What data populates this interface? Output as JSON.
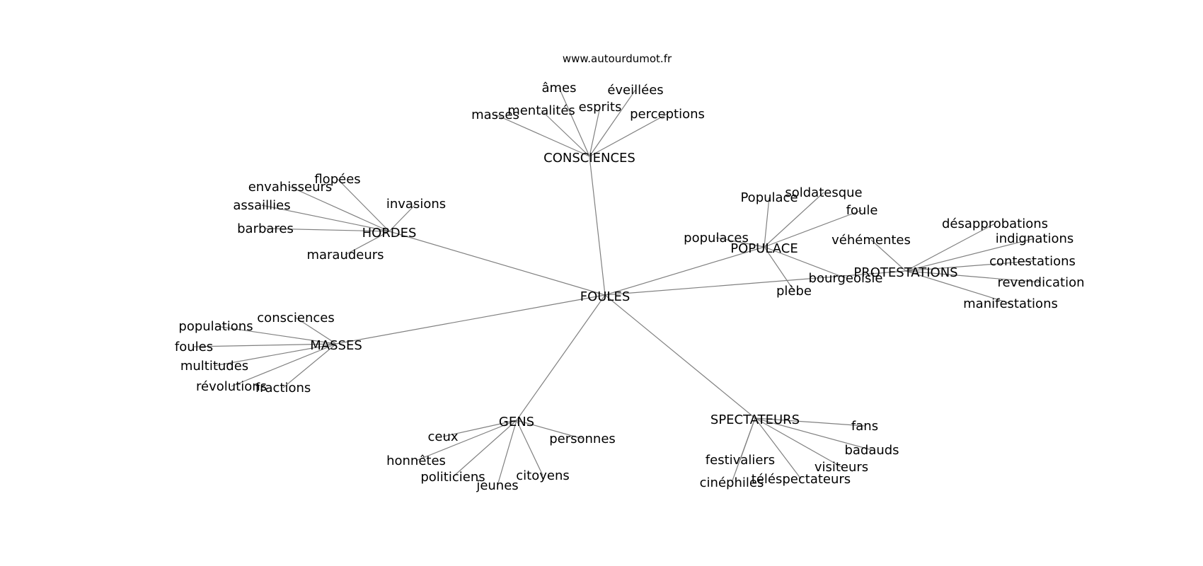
{
  "source": "www.autourdumot.fr",
  "graph": {
    "center": "FOULES",
    "hubs": [
      {
        "label": "CONSCIENCES",
        "words": [
          "âmes",
          "éveillées",
          "mentalités",
          "esprits",
          "masses",
          "perceptions"
        ]
      },
      {
        "label": "HORDES",
        "words": [
          "flopées",
          "envahisseurs",
          "invasions",
          "assaillies",
          "barbares",
          "maraudeurs"
        ]
      },
      {
        "label": "POPULACE",
        "words": [
          "Populace",
          "soldatesque",
          "foule",
          "populaces",
          "bourgeoisie",
          "plèbe"
        ]
      },
      {
        "label": "PROTESTATIONS",
        "words": [
          "désapprobations",
          "véhémentes",
          "indignations",
          "contestations",
          "revendication",
          "manifestations"
        ]
      },
      {
        "label": "MASSES",
        "words": [
          "consciences",
          "populations",
          "foules",
          "multitudes",
          "révolutions",
          "fractions"
        ]
      },
      {
        "label": "GENS",
        "words": [
          "ceux",
          "personnes",
          "honnêtes",
          "politiciens",
          "jeunes",
          "citoyens"
        ]
      },
      {
        "label": "SPECTATEURS",
        "words": [
          "fans",
          "badauds",
          "festivaliers",
          "visiteurs",
          "cinéphiles",
          "téléspectateurs"
        ]
      }
    ]
  }
}
